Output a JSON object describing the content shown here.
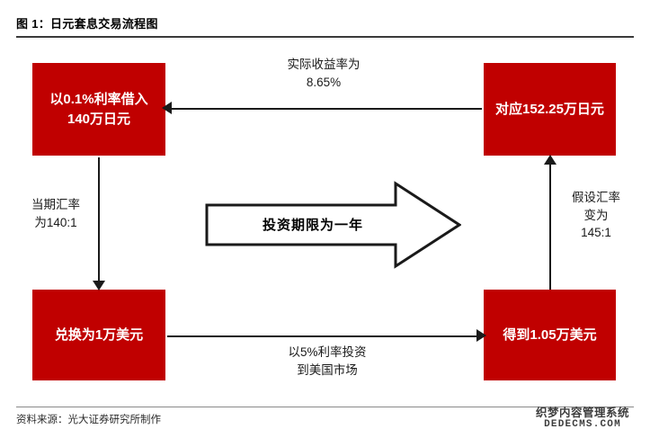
{
  "figure": {
    "title": "图 1：日元套息交易流程图",
    "accent_color": "#C00000",
    "line_color": "#1a1a1a"
  },
  "nodes": {
    "borrow": "以0.1%利率借入140万日元",
    "yen_back": "对应152.25万日元",
    "usd": "兑换为1万美元",
    "usd_return": "得到1.05万美元"
  },
  "edges": {
    "top": "实际收益率为\n8.65%",
    "left": "当期汇率\n为140:1",
    "right": "假设汇率\n变为\n145:1",
    "bottom": "以5%利率投资\n到美国市场"
  },
  "center_arrow": {
    "label": "投资期限为一年"
  },
  "footer": {
    "source": "资料来源：光大证券研究所制作"
  },
  "watermark": {
    "cn": "织梦内容管理系统",
    "en": "DEDECMS.COM"
  }
}
